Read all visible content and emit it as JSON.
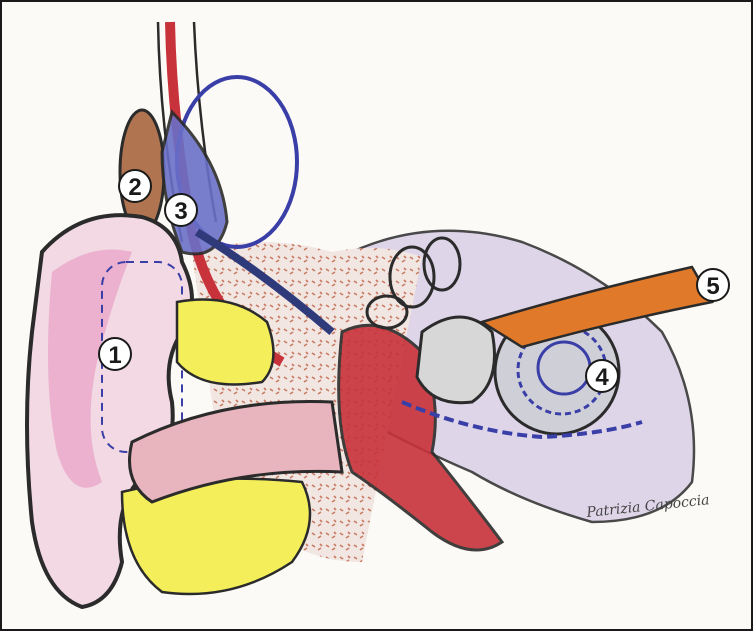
{
  "figure": {
    "markers": [
      {
        "id": "m1",
        "label": "1"
      },
      {
        "id": "m2",
        "label": "2"
      },
      {
        "id": "m3",
        "label": "3"
      },
      {
        "id": "m4",
        "label": "4"
      },
      {
        "id": "m5",
        "label": "5"
      }
    ],
    "signature": "Patrizia Capoccia"
  },
  "colors": {
    "outline": "#2b2b2b",
    "pink": "#e9a6c8",
    "yellow": "#f3ee5a",
    "red": "#c8323a",
    "blue": "#3a3fa8",
    "brown": "#a7623e",
    "orange": "#e07a2a",
    "lilac": "#cbbcd8",
    "grey": "#cfcfcf"
  }
}
